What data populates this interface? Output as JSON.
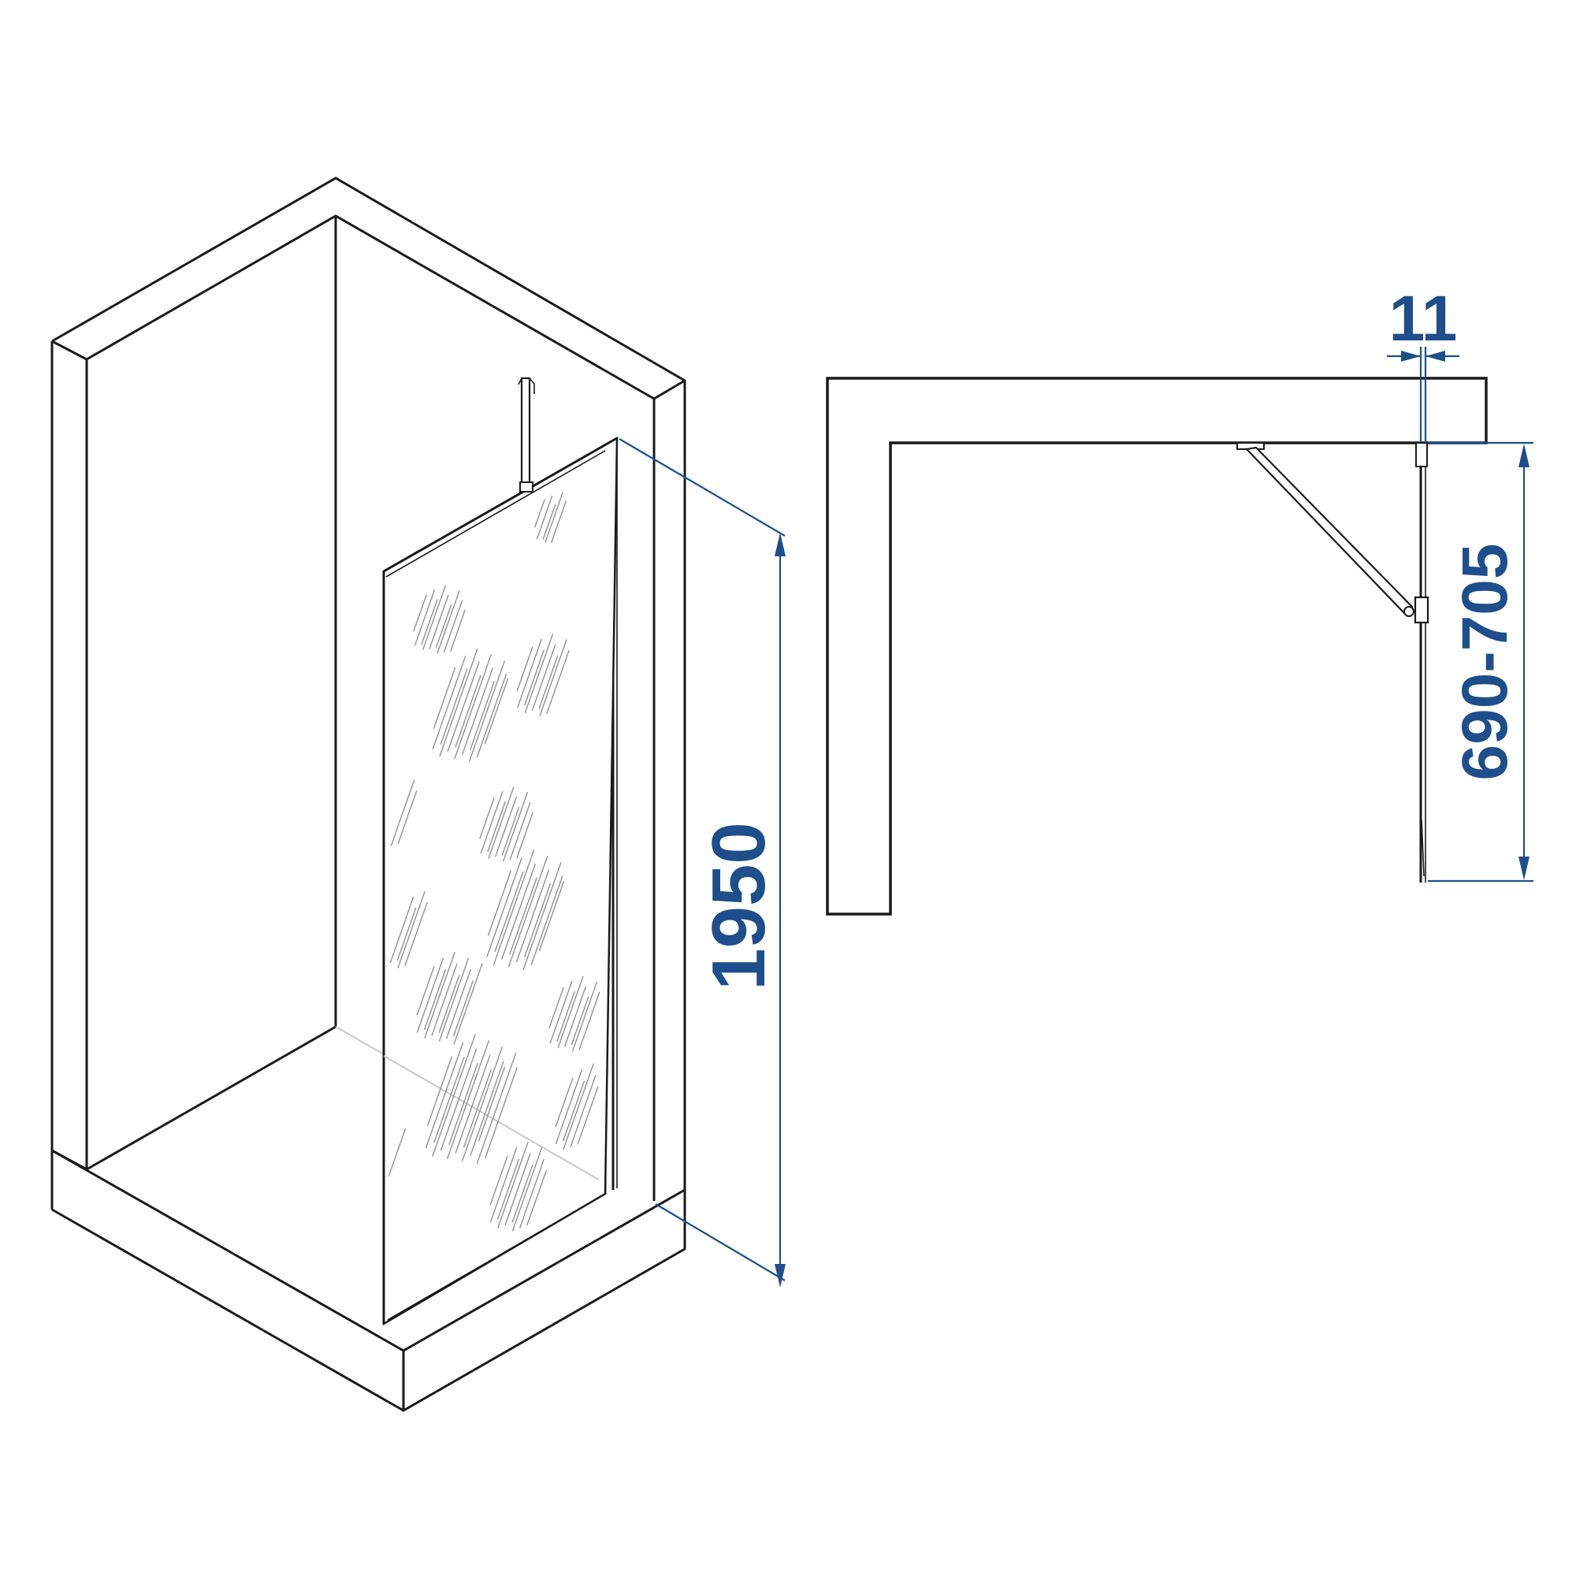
{
  "diagram": {
    "colors": {
      "line": "#1a1a1a",
      "dimension": "#1e4f8c",
      "hatch": "#8a8a8a"
    },
    "dimensions": {
      "height": "1950",
      "glass_thickness": "11",
      "panel_width": "690-705"
    }
  }
}
